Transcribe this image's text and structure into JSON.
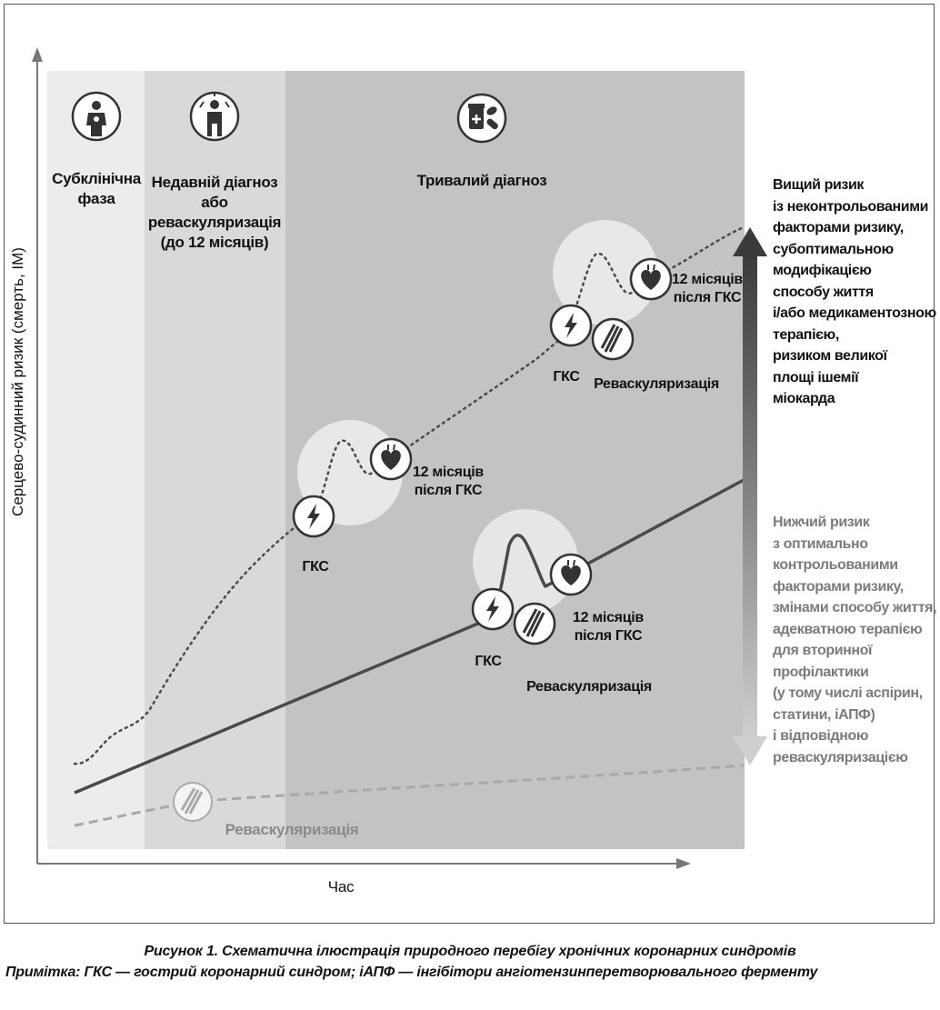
{
  "axes": {
    "y_label": "Серцево-судинний ризик (смерть, ІМ)",
    "x_label": "Час"
  },
  "phases": {
    "subclinical": [
      "Субклінічна",
      "фаза"
    ],
    "recent": [
      "Недавній діагноз",
      "або реваскуляризація",
      "(до 12 місяців)"
    ],
    "long": [
      "Тривалий діагноз"
    ]
  },
  "upper_curve": {
    "acs_label": "ГКС",
    "after_label": [
      "12 місяців",
      "після ГКС"
    ],
    "acs2_label": "ГКС",
    "revasc2_label": "Реваскуляризація",
    "after2_label": [
      "12 місяців",
      "після ГКС"
    ]
  },
  "middle_curve": {
    "acs_label": "ГКС",
    "revasc_label": "Реваскуляризація",
    "after_label": [
      "12 місяців",
      "після ГКС"
    ]
  },
  "lower_curve": {
    "revasc_label": "Реваскуляризація"
  },
  "risk_high": [
    "Вищий ризик",
    "із неконтрольованими",
    "факторами ризику,",
    "субоптимальною",
    "модифікацією",
    "способу життя",
    "і/або медикаментозною",
    "терапією,",
    "ризиком великої",
    "площі ішемії",
    "міокарда"
  ],
  "risk_low": [
    "Нижчий ризик",
    "з оптимально",
    "контрольованими",
    "факторами ризику,",
    "змінами способу життя,",
    "адекватною терапією",
    "для вторинної",
    "профілактики",
    "(у тому числі аспірин,",
    "статини, іАПФ)",
    "і відповідною",
    "реваскуляризацією"
  ],
  "caption": {
    "title": "Рисунок 1. Схематична ілюстрація природного перебігу хронічних коронарних синдромів",
    "note": "Примітка: ГКС — гострий коронарний синдром; іАПФ — інгібітори ангіотензинперетворювального ферменту"
  },
  "colors": {
    "phase1": "#ececec",
    "phase2": "#d9d9d9",
    "phase3": "#c2c2c2",
    "dark_line": "#4a4a4a",
    "dashed_line": "#a5a5a5"
  },
  "icons": [
    "patient-icon",
    "diagnosed-patient-icon",
    "medication-icon",
    "lightning-icon",
    "heart-icon",
    "stent-icon"
  ]
}
